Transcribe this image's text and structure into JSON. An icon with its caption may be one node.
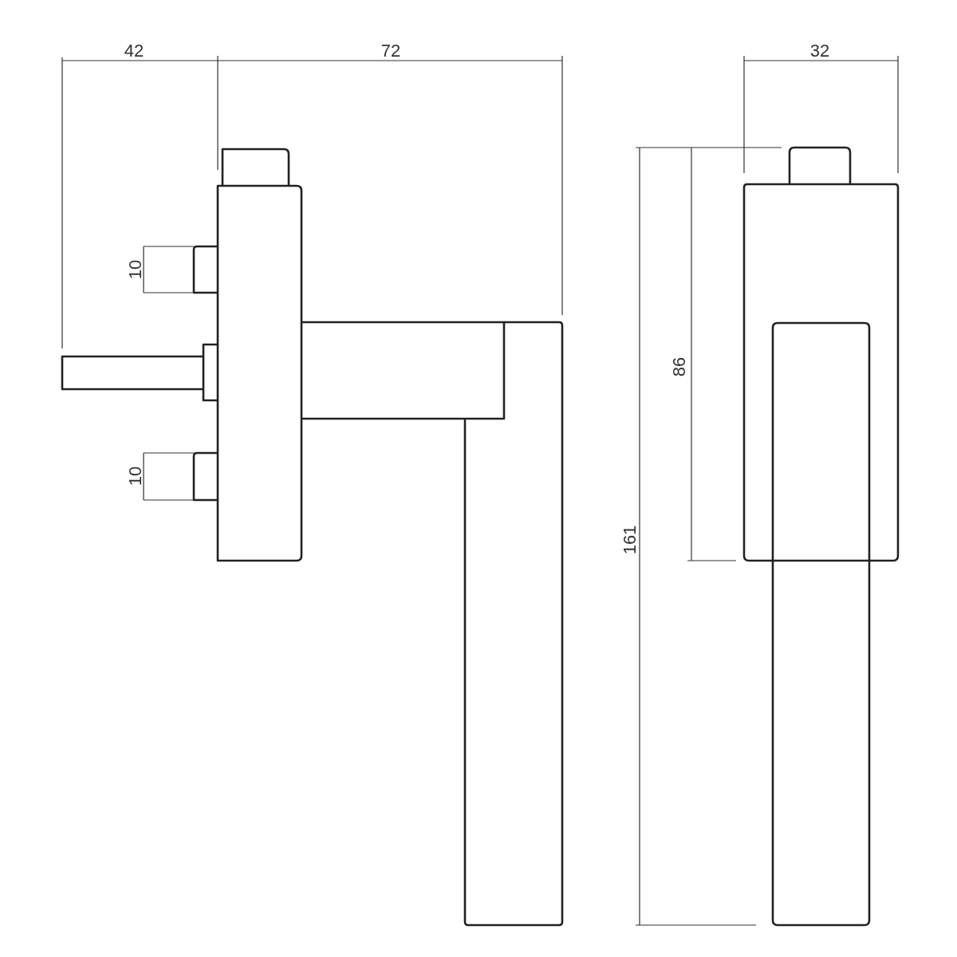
{
  "diagram": {
    "labels": [
      "42",
      "72",
      "32",
      "10",
      "10",
      "86",
      "161"
    ]
  }
}
